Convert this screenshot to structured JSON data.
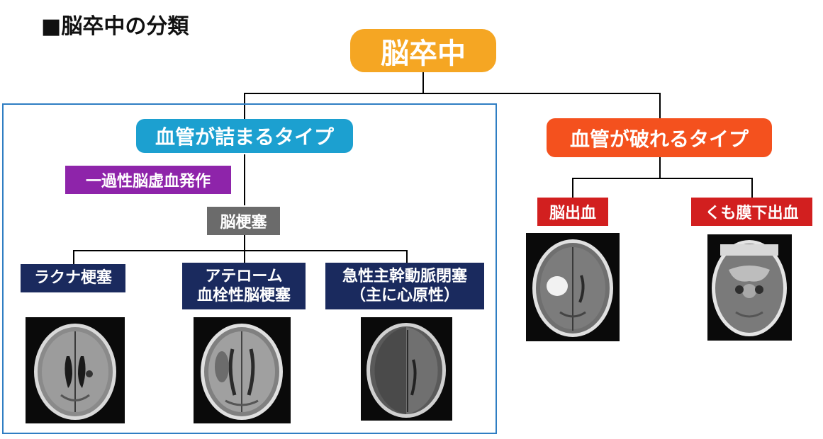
{
  "title": "■脳卒中の分類",
  "root": {
    "label": "脳卒中",
    "color": "#f5a623"
  },
  "occlusive": {
    "label": "血管が詰まるタイプ",
    "color": "#1ca0d0",
    "tia": {
      "label": "一過性脳虚血発作",
      "color": "#8e24aa"
    },
    "infarction": {
      "label": "脳梗塞",
      "color": "#6b6b6b",
      "subtypes": [
        {
          "lines": [
            "ラクナ梗塞"
          ]
        },
        {
          "lines": [
            "アテローム",
            "血栓性脳梗塞"
          ]
        },
        {
          "lines": [
            "急性主幹動脈閉塞",
            "（主に心原性）"
          ]
        }
      ]
    }
  },
  "hemorrhagic": {
    "label": "血管が破れるタイプ",
    "color": "#f4511e",
    "subtypes": [
      {
        "label": "脳出血",
        "color": "#d21f1f"
      },
      {
        "label": "くも膜下出血",
        "color": "#d21f1f"
      }
    ]
  },
  "colors": {
    "navy": "#1a2a5e",
    "frame": "#2f7ec3",
    "connector": "#000000"
  },
  "scans": [
    "lacunar-ct-scan",
    "atherothrombotic-ct-scan",
    "lvo-ct-scan",
    "ich-ct-scan",
    "sah-ct-scan"
  ]
}
